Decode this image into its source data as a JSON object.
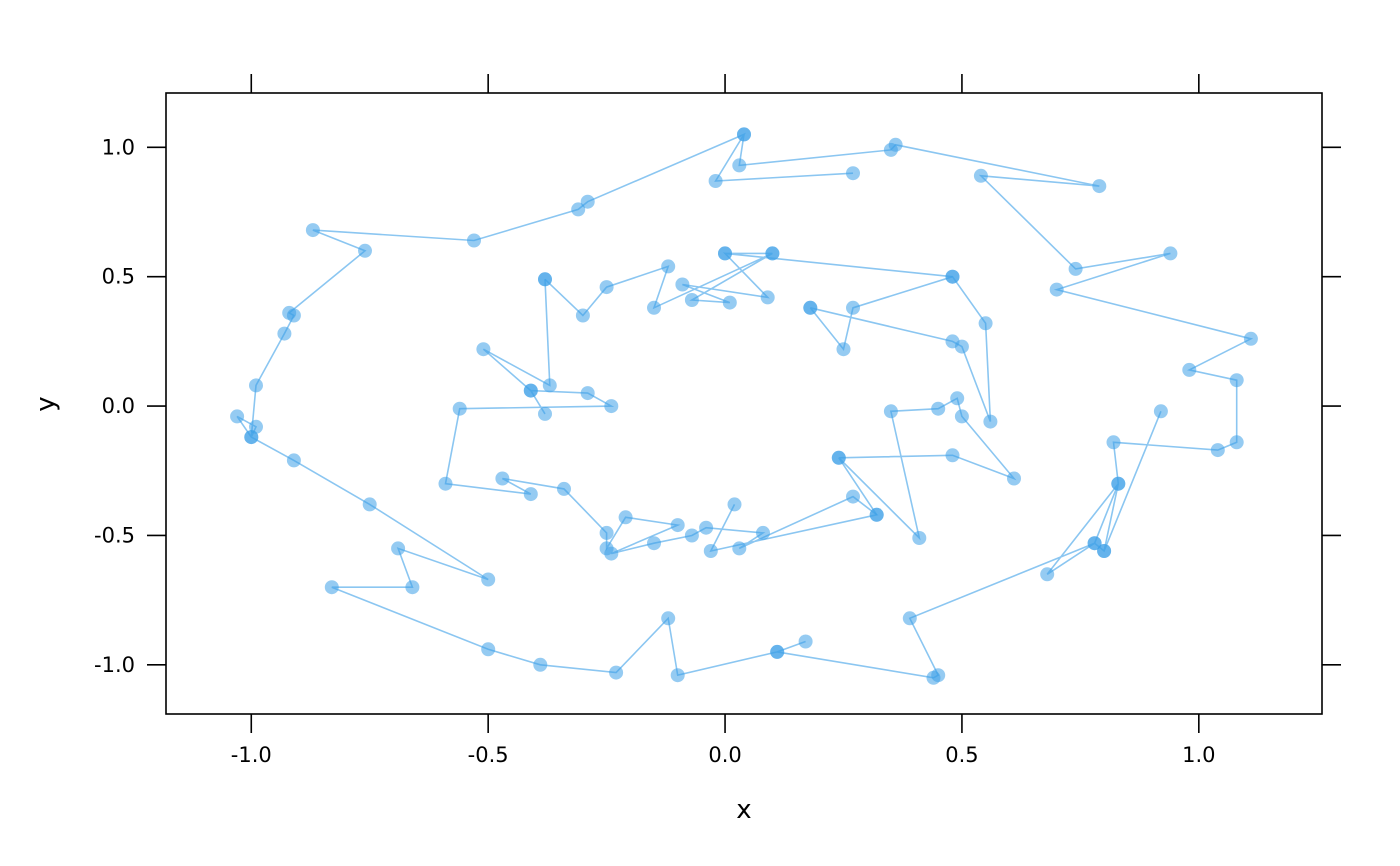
{
  "chart_data": {
    "type": "scatter",
    "title": "",
    "xlabel": "x",
    "ylabel": "y",
    "xlim": [
      -1.18,
      1.26
    ],
    "ylim": [
      -1.19,
      1.21
    ],
    "x_ticks": [
      -1.0,
      -0.5,
      0.0,
      0.5,
      1.0
    ],
    "x_tick_labels": [
      "-1.0",
      "-0.5",
      "0.0",
      "0.5",
      "1.0"
    ],
    "y_ticks": [
      -1.0,
      -0.5,
      0.0,
      0.5,
      1.0
    ],
    "y_tick_labels": [
      "-1.0",
      "-0.5",
      "0.0",
      "0.5",
      "1.0"
    ],
    "grid": false,
    "legend": "none",
    "connected": true,
    "color": "#3ea0e8",
    "series": [
      {
        "x": [
          0.04,
          0.03,
          0.35,
          0.36,
          0.79,
          0.54,
          0.74,
          0.94,
          0.7,
          1.11,
          0.98,
          1.08,
          1.08,
          1.04,
          0.82,
          0.83,
          0.8,
          0.92,
          0.8,
          0.78,
          0.68,
          0.83,
          0.78,
          0.39,
          0.45,
          0.44,
          0.11,
          0.17,
          0.11,
          -0.1,
          -0.12,
          -0.23,
          -0.39,
          -0.5,
          -0.83,
          -0.66,
          -0.69,
          -0.5,
          -0.75,
          -0.91,
          -1.0,
          -1.03,
          -0.99,
          -1.0,
          -0.99,
          -0.93,
          -0.91,
          -0.92,
          -0.76,
          -0.87,
          -0.53,
          -0.31,
          -0.29,
          0.04,
          -0.02,
          0.27
        ],
        "y": [
          1.05,
          0.93,
          0.99,
          1.01,
          0.85,
          0.89,
          0.53,
          0.59,
          0.45,
          0.26,
          0.14,
          0.1,
          -0.14,
          -0.17,
          -0.14,
          -0.3,
          -0.56,
          -0.02,
          -0.56,
          -0.53,
          -0.65,
          -0.3,
          -0.53,
          -0.82,
          -1.04,
          -1.05,
          -0.95,
          -0.91,
          -0.95,
          -1.04,
          -0.82,
          -1.03,
          -1.0,
          -0.94,
          -0.7,
          -0.7,
          -0.55,
          -0.67,
          -0.38,
          -0.21,
          -0.12,
          -0.04,
          -0.08,
          -0.12,
          0.08,
          0.28,
          0.35,
          0.36,
          0.6,
          0.68,
          0.64,
          0.76,
          0.79,
          1.05,
          0.87,
          0.9
        ]
      },
      {
        "x": [
          -0.38,
          -0.3,
          -0.25,
          -0.12,
          -0.15,
          0.1,
          0.0,
          0.48,
          0.0,
          0.09,
          -0.09,
          0.01,
          -0.07,
          0.1
        ],
        "y": [
          0.49,
          0.35,
          0.46,
          0.54,
          0.38,
          0.59,
          0.59,
          0.5,
          0.59,
          0.42,
          0.47,
          0.4,
          0.41,
          0.59
        ]
      },
      {
        "x": [
          -0.38,
          -0.37,
          -0.51,
          -0.41,
          -0.38,
          -0.41,
          -0.29,
          -0.24,
          -0.56,
          -0.59,
          -0.41,
          -0.47,
          -0.34,
          -0.25,
          -0.25,
          -0.21,
          -0.1,
          -0.24,
          -0.15,
          -0.07,
          -0.04,
          0.08,
          0.03,
          0.27,
          0.32,
          -0.03,
          0.02
        ],
        "y": [
          0.49,
          0.08,
          0.22,
          0.06,
          -0.03,
          0.06,
          0.05,
          0.0,
          -0.01,
          -0.3,
          -0.34,
          -0.28,
          -0.32,
          -0.49,
          -0.55,
          -0.43,
          -0.46,
          -0.57,
          -0.53,
          -0.5,
          -0.47,
          -0.49,
          -0.55,
          -0.35,
          -0.42,
          -0.56,
          -0.38
        ]
      },
      {
        "x": [
          0.32,
          0.24,
          0.41,
          0.35,
          0.45,
          0.49,
          0.5,
          0.61,
          0.48,
          0.24
        ],
        "y": [
          -0.42,
          -0.2,
          -0.51,
          -0.02,
          -0.01,
          0.03,
          -0.04,
          -0.28,
          -0.19,
          -0.2
        ]
      },
      {
        "x": [
          0.18,
          0.25,
          0.27,
          0.48,
          0.55,
          0.56,
          0.5,
          0.48,
          0.18
        ],
        "y": [
          0.38,
          0.22,
          0.38,
          0.5,
          0.32,
          -0.06,
          0.23,
          0.25,
          0.38
        ]
      }
    ]
  }
}
